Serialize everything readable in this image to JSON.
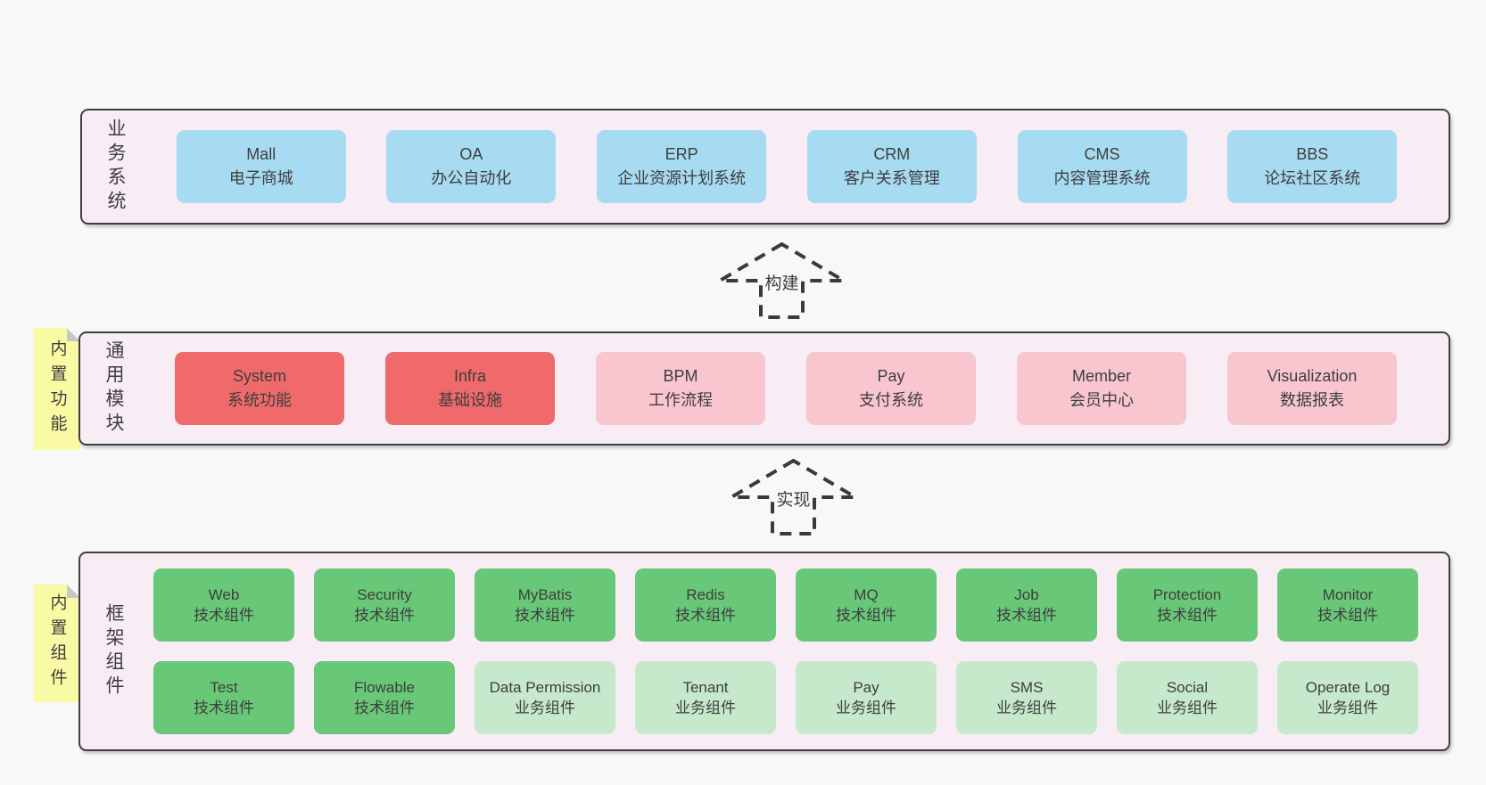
{
  "colors": {
    "page_bg": "#f8f8f8",
    "band_bg": "#f8edf5",
    "band_border": "#3f3f3f",
    "business_box": "#a7dbf2",
    "core_module_box": "#f0696b",
    "extension_module_box": "#f9c6cf",
    "tech_component_box": "#69c778",
    "biz_component_box": "#c5e9ca",
    "sticky_bg": "#fbfaa4",
    "sticky_fold": "#c6c8c7",
    "text": "#3e3e3e"
  },
  "bands": {
    "business": {
      "label": "业务系统",
      "boxes": [
        {
          "name": "Mall",
          "subtitle": "电子商城"
        },
        {
          "name": "OA",
          "subtitle": "办公自动化"
        },
        {
          "name": "ERP",
          "subtitle": "企业资源计划系统"
        },
        {
          "name": "CRM",
          "subtitle": "客户关系管理"
        },
        {
          "name": "CMS",
          "subtitle": "内容管理系统"
        },
        {
          "name": "BBS",
          "subtitle": "论坛社区系统"
        }
      ]
    },
    "modules": {
      "label": "通用模块",
      "sticky": "内置功能",
      "boxes": [
        {
          "name": "System",
          "subtitle": "系统功能"
        },
        {
          "name": "Infra",
          "subtitle": "基础设施"
        },
        {
          "name": "BPM",
          "subtitle": "工作流程"
        },
        {
          "name": "Pay",
          "subtitle": "支付系统"
        },
        {
          "name": "Member",
          "subtitle": "会员中心"
        },
        {
          "name": "Visualization",
          "subtitle": "数据报表"
        }
      ]
    },
    "components": {
      "label": "框架组件",
      "sticky": "内置组件",
      "row1": [
        {
          "name": "Web",
          "subtitle": "技术组件"
        },
        {
          "name": "Security",
          "subtitle": "技术组件"
        },
        {
          "name": "MyBatis",
          "subtitle": "技术组件"
        },
        {
          "name": "Redis",
          "subtitle": "技术组件"
        },
        {
          "name": "MQ",
          "subtitle": "技术组件"
        },
        {
          "name": "Job",
          "subtitle": "技术组件"
        },
        {
          "name": "Protection",
          "subtitle": "技术组件"
        },
        {
          "name": "Monitor",
          "subtitle": "技术组件"
        }
      ],
      "row2": [
        {
          "name": "Test",
          "subtitle": "技术组件"
        },
        {
          "name": "Flowable",
          "subtitle": "技术组件"
        },
        {
          "name": "Data Permission",
          "subtitle": "业务组件"
        },
        {
          "name": "Tenant",
          "subtitle": "业务组件"
        },
        {
          "name": "Pay",
          "subtitle": "业务组件"
        },
        {
          "name": "SMS",
          "subtitle": "业务组件"
        },
        {
          "name": "Social",
          "subtitle": "业务组件"
        },
        {
          "name": "Operate Log",
          "subtitle": "业务组件"
        }
      ]
    }
  },
  "arrows": {
    "build": {
      "label": "构建"
    },
    "implement": {
      "label": "实现"
    }
  }
}
